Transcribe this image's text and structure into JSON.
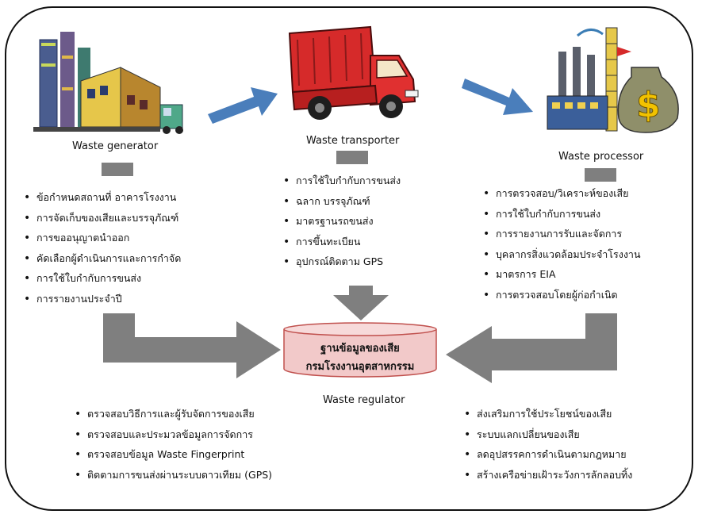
{
  "actors": {
    "generator": {
      "label": "Waste generator",
      "icon": "factory-icon"
    },
    "transporter": {
      "label": "Waste transporter",
      "icon": "garbage-truck-icon"
    },
    "processor": {
      "label": "Waste processor",
      "icon": "processing-plant-money-icon"
    },
    "regulator": {
      "label": "Waste regulator"
    }
  },
  "database": {
    "line1": "ฐานข้อมูลของเสีย",
    "line2": "กรมโรงงานอุตสาหกรรม",
    "fill": "#f2c9c9",
    "stroke": "#c0504d"
  },
  "lists": {
    "generator": [
      "ข้อกำหนดสถานที่ อาคารโรงงาน",
      "การจัดเก็บของเสียและบรรจุภัณฑ์",
      "การขออนุญาตนำออก",
      "คัดเลือกผู้ดำเนินการและการกำจัด",
      "การใช้ใบกำกับการขนส่ง",
      "การรายงานประจำปี"
    ],
    "transporter": [
      "การใช้ใบกำกับการขนส่ง",
      "ฉลาก บรรจุภัณฑ์",
      "มาตรฐานรถขนส่ง",
      "การขึ้นทะเบียน",
      "อุปกรณ์ติดตาม GPS"
    ],
    "processor": [
      "การตรวจสอบ/วิเคราะห์ของเสีย",
      "การใช้ใบกำกับการขนส่ง",
      "การรายงานการรับและจัดการ",
      "บุคลากรสิ่งแวดล้อมประจำโรงงาน",
      "มาตรการ EIA",
      "การตรวจสอบโดยผู้ก่อกำเนิด"
    ],
    "regulator_left": [
      "ตรวจสอบวิธีการและผู้รับจัดการของเสีย",
      "ตรวจสอบและประมวลข้อมูลการจัดการ",
      "ตรวจสอบข้อมูล Waste Fingerprint",
      "ติดตามการขนส่งผ่านระบบดาวเทียม (GPS)"
    ],
    "regulator_right": [
      "ส่งเสริมการใช้ประโยชน์ของเสีย",
      "ระบบแลกเปลี่ยนของเสีย",
      "ลดอุปสรรคการดำเนินตามกฎหมาย",
      "สร้างเครือข่ายเฝ้าระวังการลักลอบทิ้ง"
    ]
  },
  "colors": {
    "flow_arrow": "#4a7ebb",
    "connector": "#7f7f7f",
    "truck": "#d62a2a"
  }
}
